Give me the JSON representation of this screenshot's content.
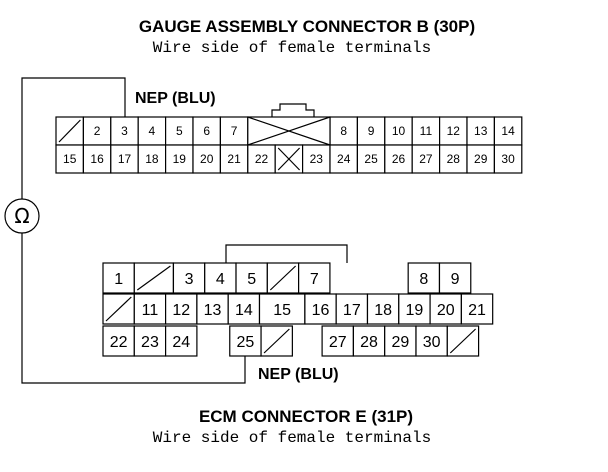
{
  "connector_b": {
    "title": "GAUGE ASSEMBLY CONNECTOR B (30P)",
    "subtitle": "Wire side of female terminals",
    "probe_label": "NEP (BLU)",
    "row1": [
      "",
      "2",
      "3",
      "4",
      "5",
      "6",
      "7",
      "",
      "",
      "",
      "8",
      "9",
      "10",
      "11",
      "12",
      "13",
      "14"
    ],
    "row2": [
      "15",
      "16",
      "17",
      "18",
      "19",
      "20",
      "21",
      "22",
      "",
      "23",
      "24",
      "25",
      "26",
      "27",
      "28",
      "29",
      "30"
    ]
  },
  "connector_e": {
    "title": "ECM CONNECTOR E (31P)",
    "subtitle": "Wire side of female terminals",
    "probe_label": "NEP (BLU)",
    "row1": [
      "1",
      "",
      "3",
      "4",
      "5",
      "",
      "7",
      "",
      "8",
      "9"
    ],
    "row2": [
      "",
      "11",
      "12",
      "13",
      "14",
      "15",
      "16",
      "17",
      "18",
      "19",
      "20",
      "21"
    ],
    "row3": [
      "22",
      "23",
      "24",
      "",
      "25",
      "",
      "",
      "27",
      "28",
      "29",
      "30",
      ""
    ]
  },
  "meter": {
    "symbol": "Ω",
    "icon": "ohmmeter-icon"
  }
}
